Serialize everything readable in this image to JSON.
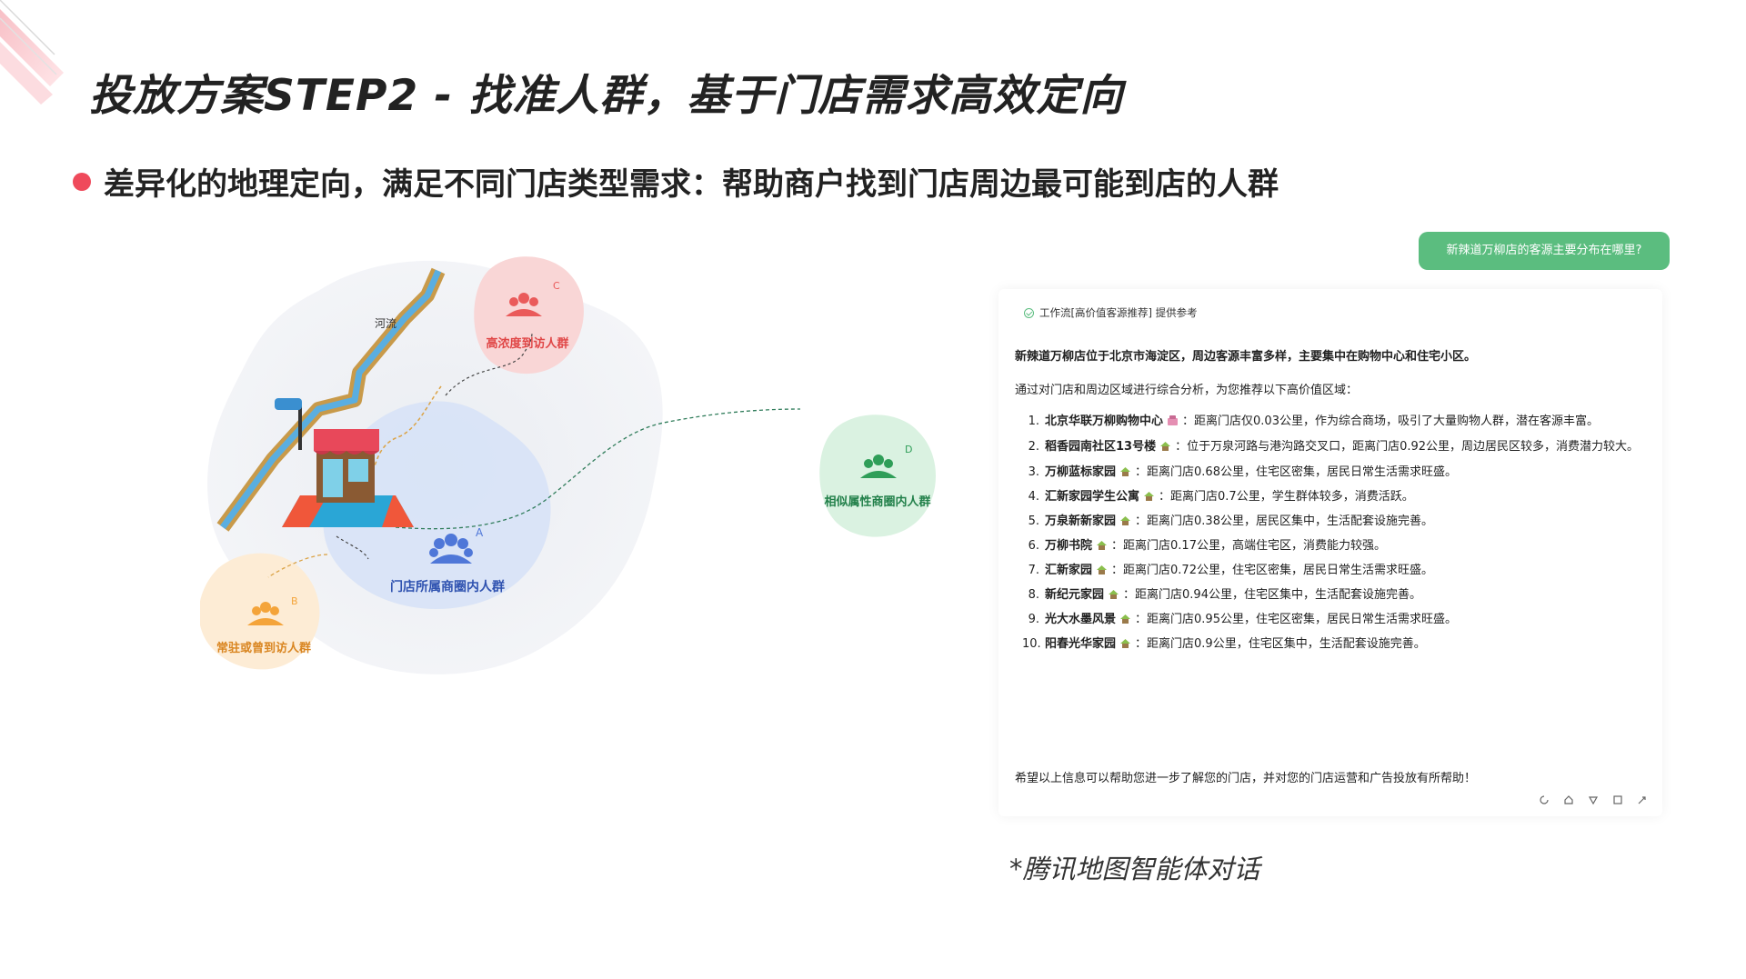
{
  "slide": {
    "title": "投放方案STEP2 - 找准人群，基于门店需求高效定向",
    "bullet": "差异化的地理定向，满足不同门店类型需求：帮助商户找到门店周边最可能到店的人群",
    "caption": "*腾讯地图智能体对话",
    "accent_color": "#ef4a5b"
  },
  "illustration": {
    "river_label": "河流",
    "groups": [
      {
        "letter": "A",
        "label": "门店所属商圈内人群",
        "color": "#4f77d8"
      },
      {
        "letter": "B",
        "label": "常驻或曾到访人群",
        "color": "#f4a43a"
      },
      {
        "letter": "C",
        "label": "高浓度到访人群",
        "color": "#ea5a5a"
      },
      {
        "letter": "D",
        "label": "相似属性商圈内人群",
        "color": "#2f9e58"
      }
    ]
  },
  "chat": {
    "question": "新辣道万柳店的客源主要分布在哪里?",
    "provider": "工作流[高价值客源推荐] 提供参考",
    "intro": "新辣道万柳店位于北京市海淀区，周边客源丰富多样，主要集中在购物中心和住宅小区。",
    "subintro": "通过对门店和周边区域进行综合分析，为您推荐以下高价值区域：",
    "items": [
      {
        "num": "1.",
        "name": "北京华联万柳购物中心",
        "icon": "mall-icon",
        "desc": "距离门店仅0.03公里，作为综合商场，吸引了大量购物人群，潜在客源丰富。"
      },
      {
        "num": "2.",
        "name": "稻香园南社区13号楼",
        "icon": "residence-icon",
        "desc": "位于万泉河路与港沟路交叉口，距离门店0.92公里，周边居民区较多，消费潜力较大。"
      },
      {
        "num": "3.",
        "name": "万柳蓝标家园",
        "icon": "residence-icon",
        "desc": "距离门店0.68公里，住宅区密集，居民日常生活需求旺盛。"
      },
      {
        "num": "4.",
        "name": "汇新家园学生公寓",
        "icon": "residence-icon",
        "desc": "距离门店0.7公里，学生群体较多，消费活跃。"
      },
      {
        "num": "5.",
        "name": "万泉新新家园",
        "icon": "residence-icon",
        "desc": "距离门店0.38公里，居民区集中，生活配套设施完善。"
      },
      {
        "num": "6.",
        "name": "万柳书院",
        "icon": "residence-icon",
        "desc": "距离门店0.17公里，高端住宅区，消费能力较强。"
      },
      {
        "num": "7.",
        "name": "汇新家园",
        "icon": "residence-icon",
        "desc": "距离门店0.72公里，住宅区密集，居民日常生活需求旺盛。"
      },
      {
        "num": "8.",
        "name": "新纪元家园",
        "icon": "residence-icon",
        "desc": "距离门店0.94公里，住宅区集中，生活配套设施完善。"
      },
      {
        "num": "9.",
        "name": "光大水墨风景",
        "icon": "residence-icon",
        "desc": "距离门店0.95公里，住宅区密集，居民日常生活需求旺盛。"
      },
      {
        "num": "10.",
        "name": "阳春光华家园",
        "icon": "residence-icon",
        "desc": "距离门店0.9公里，住宅区集中，生活配套设施完善。"
      }
    ],
    "outro": "希望以上信息可以帮助您进一步了解您的门店，并对您的门店运营和广告投放有所帮助！",
    "actions": [
      "refresh-icon",
      "like-icon",
      "dislike-icon",
      "copy-icon",
      "share-icon"
    ]
  }
}
